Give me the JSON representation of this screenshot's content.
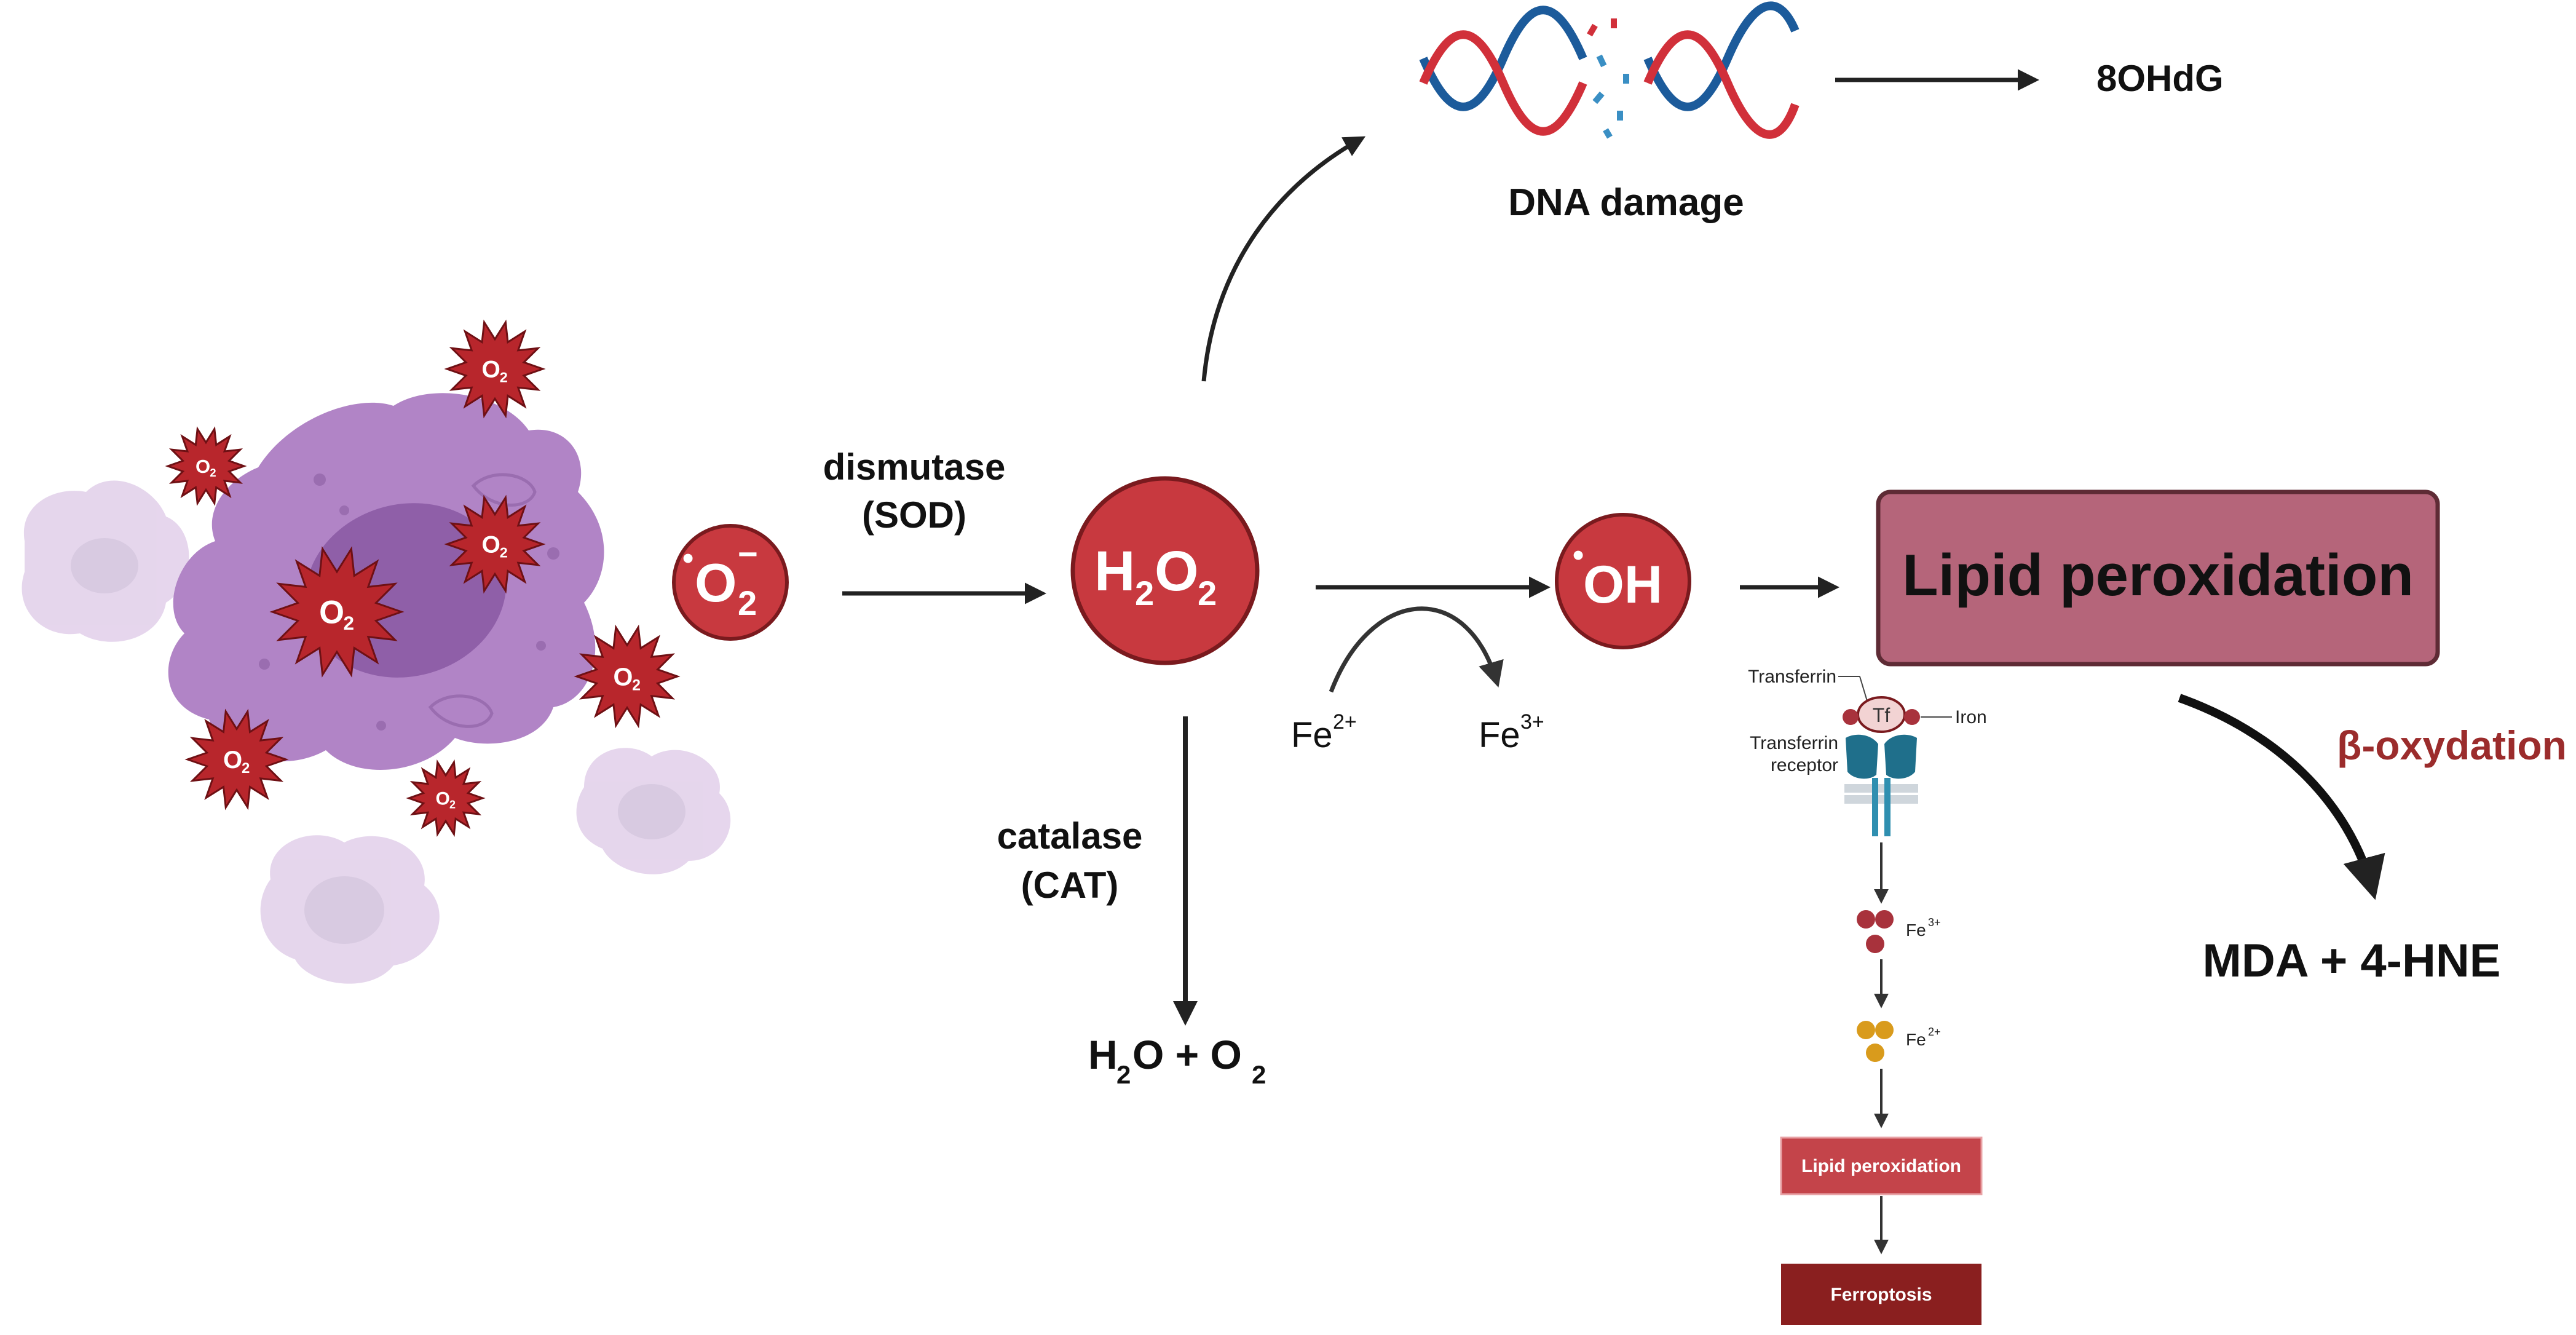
{
  "labels": {
    "superoxide": "O",
    "superoxide_sub": "2",
    "superoxide_sup": "−",
    "radical_dot": "•",
    "h2o2_h": "H",
    "h2o2_mid": "O",
    "h2o2_sub": "2",
    "hydroxyl": "OH",
    "dismutase": "dismutase",
    "sod": "(SOD)",
    "catalase": "catalase",
    "cat": "(CAT)",
    "water_h": "H",
    "water_o": "O + O",
    "water_sub": "2",
    "dna_damage": "DNA damage",
    "ohdg": "8OHdG",
    "fe2": "Fe",
    "fe2_sup": "2+",
    "fe3": "Fe",
    "fe3_sup": "3+",
    "lipid_peroxidation": "Lipid peroxidation",
    "beta_oxydation": "β-oxydation",
    "mda_hne": "MDA + 4-HNE"
  },
  "ferroptosis_panel": {
    "transferrin": "Transferrin",
    "tf": "Tf",
    "iron": "Iron",
    "transferrin_receptor_1": "Transferrin",
    "transferrin_receptor_2": "receptor",
    "fe_a": "Fe",
    "fe_a_sup": "3+",
    "fe_b": "Fe",
    "fe_b_sup": "2+",
    "lipid_box": "Lipid peroxidation",
    "ferroptosis_box": "Ferroptosis"
  },
  "colors": {
    "radical_red": "#c8393f",
    "star_red": "#b8262c",
    "cell_purple": "#b184c6",
    "nucleus_purple": "#8f5fa8",
    "lipid_box": "#b5657a",
    "beta_text": "#9b2c2c",
    "ferro_box": "#8a1f1f",
    "lipid_small_box": "#c4444a",
    "iron_red": "#a8323c",
    "iron_gold": "#d99b1c"
  }
}
